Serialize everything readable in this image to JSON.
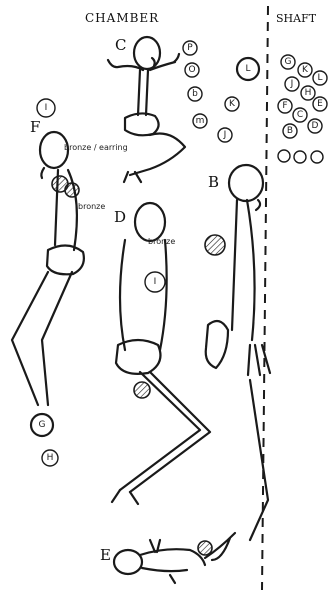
{
  "figure": {
    "region_labels": {
      "chamber": "CHAMBER",
      "shaft": "SHAFT"
    },
    "skeleton_letters": {
      "b": "B",
      "c": "C",
      "d": "D",
      "e": "E",
      "f": "F"
    },
    "annotations": {
      "f_neck": "bronze / earring",
      "f_chest": "bronze",
      "d_neck": "bronze"
    },
    "circle_labels": {
      "c_column": [
        "P",
        "O",
        "b",
        "m"
      ],
      "large_l": "L",
      "small_j": "J",
      "k": "K",
      "f_side": "I",
      "d_chest": "I",
      "f_feet": [
        "G",
        "H"
      ],
      "shaft_cluster": [
        "G",
        "K",
        "L",
        "J",
        "H",
        "E",
        "F",
        "C",
        "D",
        "B"
      ]
    }
  }
}
